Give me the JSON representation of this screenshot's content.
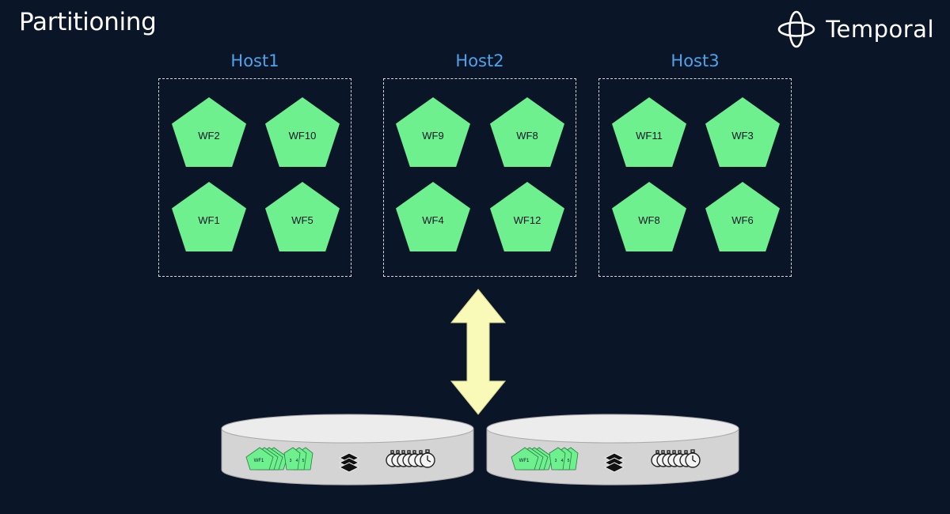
{
  "title": "Partitioning",
  "brand": {
    "name": "Temporal"
  },
  "colors": {
    "background": "#0b1528",
    "host_label": "#4fa3e8",
    "workflow": "#6ef08f",
    "arrow": "#fafab8",
    "disk": "#d9d9d9"
  },
  "hosts": [
    {
      "label": "Host1",
      "workflows": [
        "WF2",
        "WF10",
        "WF1",
        "WF5"
      ]
    },
    {
      "label": "Host2",
      "workflows": [
        "WF9",
        "WF8",
        "WF4",
        "WF12"
      ]
    },
    {
      "label": "Host3",
      "workflows": [
        "WF11",
        "WF3",
        "WF8",
        "WF6"
      ]
    }
  ],
  "connector": {
    "icon": "double-arrow-vertical"
  },
  "disks": [
    {
      "label": "WF1",
      "workflow_stack_labels": [
        "WF1",
        "3",
        "4",
        "5"
      ],
      "icons": [
        "workflow-stack-icon",
        "layers-icon",
        "timers-icon"
      ]
    },
    {
      "label": "WF1",
      "workflow_stack_labels": [
        "WF1",
        "3",
        "4",
        "5"
      ],
      "icons": [
        "workflow-stack-icon",
        "layers-icon",
        "timers-icon"
      ]
    }
  ]
}
